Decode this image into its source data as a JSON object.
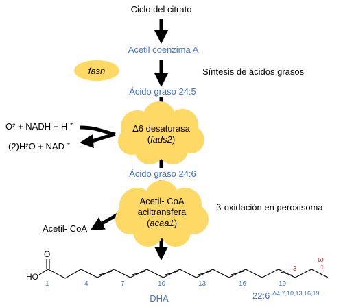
{
  "pathway": {
    "citrate_cycle": "Ciclo del citrato",
    "acetyl_coa_main": "Acetil coenzima A",
    "fasn_gene": "fasn",
    "fa_synthesis": "Síntesis de ácidos grasos",
    "fa_24_5": "Ácido graso 24:5",
    "desaturase_line1": "Δ6 desaturasa",
    "desaturase_gene": "fads2",
    "left_in_text": "O² + NADH + H",
    "left_in_sup": "+",
    "left_out_text": "(2)H²O + NAD",
    "left_out_sup": "+",
    "fa_24_6": "Ácido graso 24:6",
    "acyltransferase_line1": "Acetil- CoA",
    "acyltransferase_line2": "aciltransfera",
    "acyltransferase_gene": "acaa1",
    "beta_oxidation": "β-oxidación en peroxisoma",
    "acetyl_coa_out": "Acetil- CoA"
  },
  "molecule": {
    "carboxyl_O": "O",
    "hydroxyl": "HO",
    "omega": "ω",
    "omega_1": "1",
    "omega_3": "3",
    "carbon_numbers": [
      "1",
      "4",
      "7",
      "10",
      "13",
      "16",
      "19"
    ],
    "name": "DHA",
    "formula_main": "22:6",
    "formula_sup": "Δ4,7,10,13,16,19"
  },
  "colors": {
    "accent_blue": "#4472c4",
    "cloud_yellow": "#ffd966",
    "omega_red": "#e03030",
    "arrow_black": "#000000"
  }
}
